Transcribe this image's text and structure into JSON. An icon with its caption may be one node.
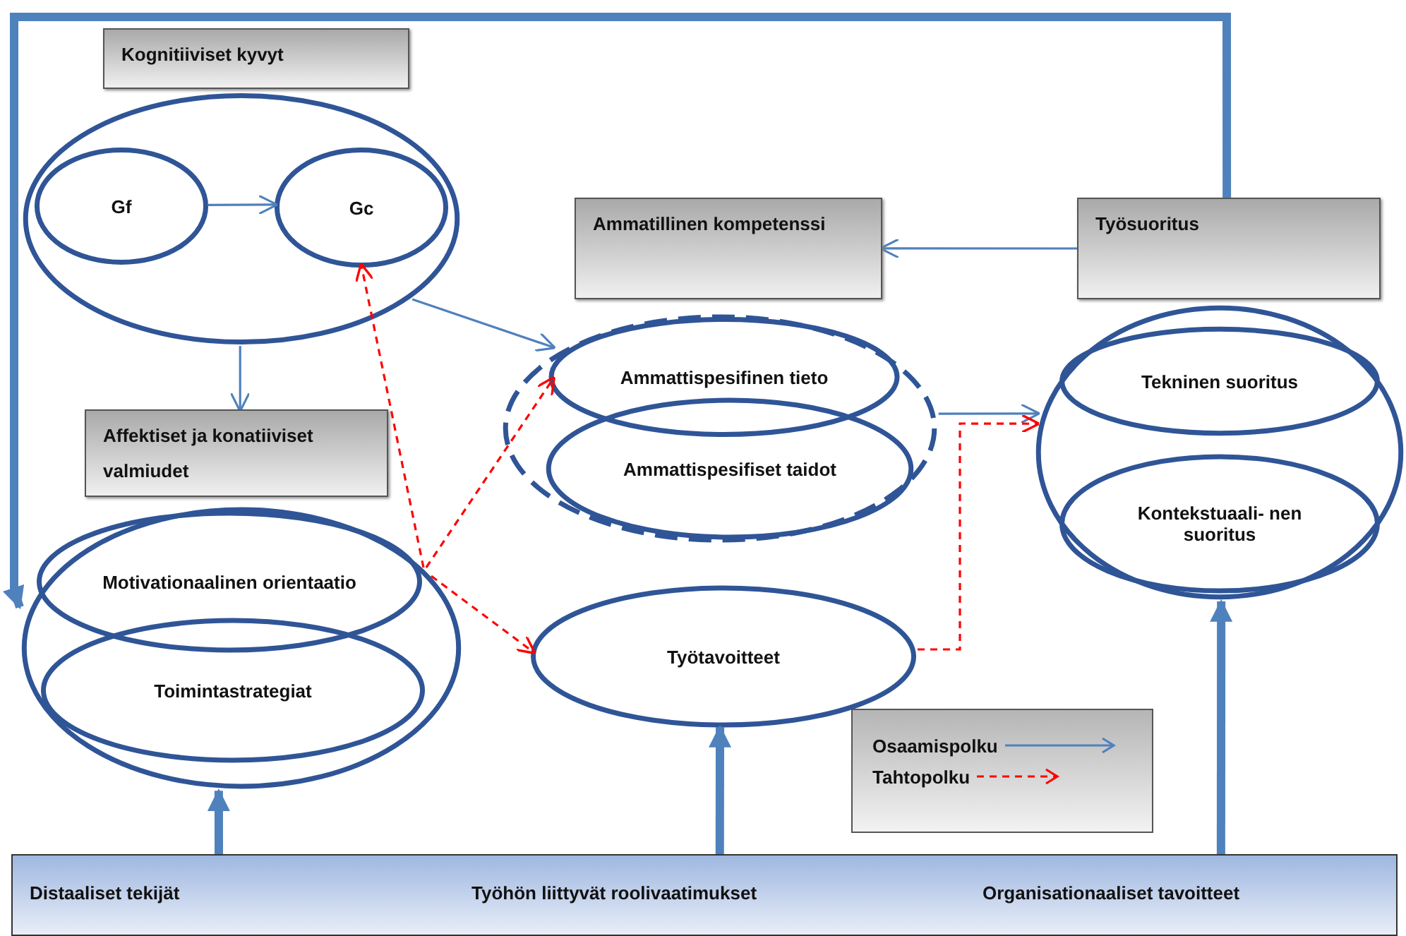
{
  "diagram": {
    "nodes": [
      {
        "text": [
          "Kognitiiviset kyvyt"
        ]
      },
      {
        "text": [
          "Gf"
        ],
        "in": 0
      },
      {
        "text": [
          "Gc"
        ],
        "in": 0
      },
      {
        "text": [
          "Ammatillinen kompetenssi"
        ]
      },
      {
        "text": [
          "Ammattispesifinen tieto"
        ],
        "in": 3
      },
      {
        "text": [
          "Ammattispesifiset taidot"
        ],
        "in": 3
      },
      {
        "text": [
          "Työsuoritus"
        ]
      },
      {
        "text": [
          "Tekninen suoritus"
        ],
        "in": 6
      },
      {
        "text": [
          "Kontekstuaali- nen suoritus"
        ],
        "in": 6
      },
      {
        "text": [
          "Affektiset ja konatiiviset valmiudet"
        ]
      },
      {
        "text": [
          "Motivationaalinen orientaatio"
        ],
        "in": 9
      },
      {
        "text": [
          "Toimintastrategiat"
        ],
        "in": 9
      },
      {
        "text": [
          "Työtavoitteet"
        ]
      },
      {
        "text": [],
        "shape": "bar"
      },
      {
        "text": [
          "Distaaliset tekijät"
        ],
        "in": 13
      },
      {
        "text": [
          "Työhön liittyvät roolivaatimukset"
        ],
        "in": 13
      },
      {
        "text": [
          "Organisationaaliset tavoitteet"
        ],
        "in": 13
      }
    ],
    "edges": [
      {
        "from": 1,
        "to": 2,
        "arrow": "to"
      },
      {
        "from": 0,
        "to": 9,
        "arrow": "to"
      },
      {
        "from": 0,
        "to": 4,
        "arrow": "to"
      },
      {
        "from": 6,
        "to": 3,
        "arrow": "to"
      },
      {
        "from": 6,
        "to": 9,
        "arrow": "to",
        "style": "thick"
      },
      {
        "from": 3,
        "to": 6,
        "arrow": "to"
      },
      {
        "from": 12,
        "to": 6,
        "arrow": "to",
        "style": "dashed",
        "color": "#ff0000"
      },
      {
        "from": 10,
        "to": 2,
        "arrow": "to",
        "style": "dashed",
        "color": "#ff0000"
      },
      {
        "from": 10,
        "to": 4,
        "arrow": "to",
        "style": "dashed",
        "color": "#ff0000"
      },
      {
        "from": 10,
        "to": 12,
        "arrow": "to",
        "style": "dashed",
        "color": "#ff0000"
      },
      {
        "from": 14,
        "to": 9,
        "arrow": "to",
        "style": "thick"
      },
      {
        "from": 15,
        "to": 12,
        "arrow": "to",
        "style": "thick"
      },
      {
        "from": 16,
        "to": 6,
        "arrow": "to",
        "style": "thick"
      }
    ],
    "legend": [
      {
        "text": "Osaamispolku"
      },
      {
        "text": "Tahtopolku"
      }
    ]
  }
}
